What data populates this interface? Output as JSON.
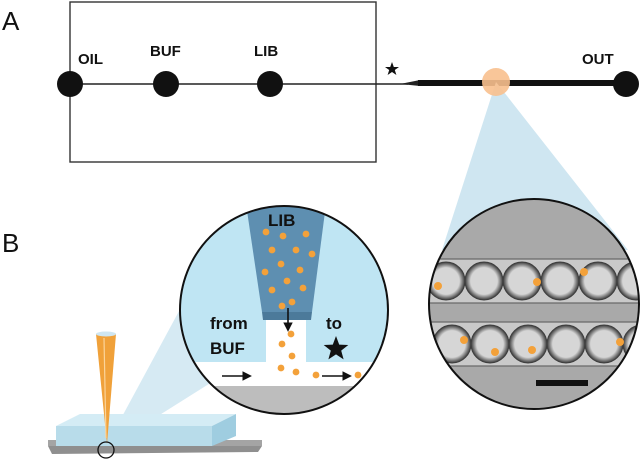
{
  "panels": {
    "a": {
      "letter": "A"
    },
    "b": {
      "letter": "B"
    }
  },
  "nodes": {
    "oil": "OIL",
    "buf": "BUF",
    "lib": "LIB",
    "out": "OUT"
  },
  "inset": {
    "lib_label": "LIB",
    "from_line1": "from",
    "from_line2": "BUF",
    "to_label": "to"
  },
  "colors": {
    "droplet_orange": "#f3a13a",
    "focus_orange": "#f8c08e",
    "cone_blue": "#5e8fb1",
    "inset_bg": "#bfe5f3",
    "projection_blue": "#cfe6f1"
  },
  "icons": {
    "junction_marker": "star-icon",
    "flow_direction": "arrow-right-icon",
    "flow_down": "arrow-down-icon"
  }
}
